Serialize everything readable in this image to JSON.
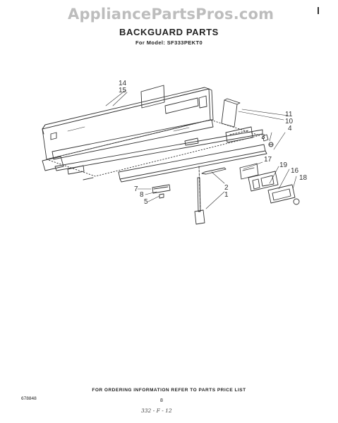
{
  "watermark": "AppliancePartsPros.com",
  "title": "BACKGUARD PARTS",
  "subtitle": "For Model: SF333PEKT0",
  "callouts": {
    "c14": "14",
    "c15": "15",
    "c11": "11",
    "c10": "10",
    "c4": "4",
    "c17": "17",
    "c19": "19",
    "c16": "16",
    "c18": "18",
    "c2": "2",
    "c1": "1",
    "c7": "7",
    "c8": "8",
    "c5": "5",
    "c3": "3"
  },
  "footer_note": "FOR ORDERING INFORMATION REFER TO PARTS PRICE LIST",
  "page_number": "8",
  "document_number": "678848",
  "handwritten": "332 - F - 12",
  "colors": {
    "line": "#333333",
    "watermark": "#bdbdbd"
  }
}
